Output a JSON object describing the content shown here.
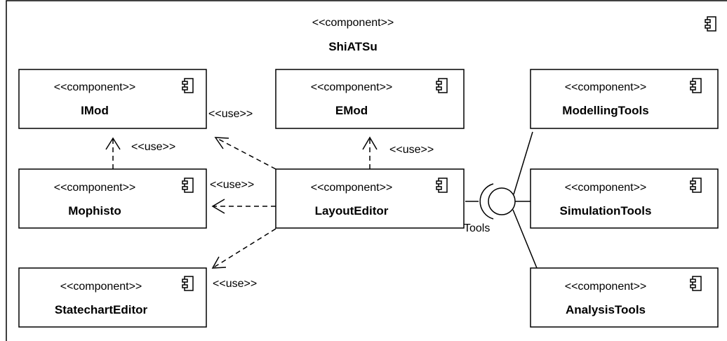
{
  "container": {
    "stereotype": "<<component>>",
    "name": "ShiATSu"
  },
  "components": {
    "imod": {
      "stereotype": "<<component>>",
      "name": "IMod"
    },
    "emod": {
      "stereotype": "<<component>>",
      "name": "EMod"
    },
    "mophisto": {
      "stereotype": "<<component>>",
      "name": "Mophisto"
    },
    "layout_editor": {
      "stereotype": "<<component>>",
      "name": "LayoutEditor"
    },
    "statechart_editor": {
      "stereotype": "<<component>>",
      "name": "StatechartEditor"
    },
    "modelling_tools": {
      "stereotype": "<<component>>",
      "name": "ModellingTools"
    },
    "simulation_tools": {
      "stereotype": "<<component>>",
      "name": "SimulationTools"
    },
    "analysis_tools": {
      "stereotype": "<<component>>",
      "name": "AnalysisTools"
    }
  },
  "relations": {
    "mophisto_imod": "<<use>>",
    "layout_imod": "<<use>>",
    "layout_emod": "<<use>>",
    "layout_mophisto": "<<use>>",
    "layout_statechart": "<<use>>"
  },
  "interface": {
    "name": "Tools"
  }
}
